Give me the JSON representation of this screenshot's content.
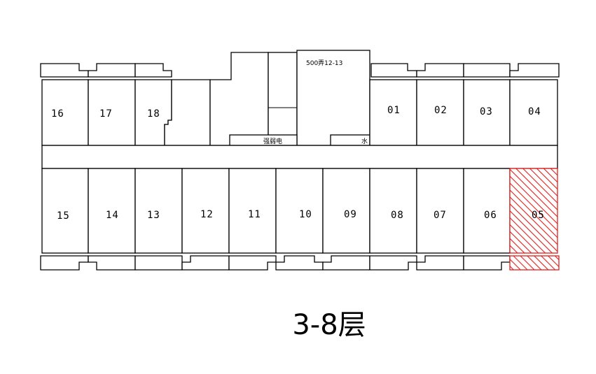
{
  "floor_title": "3-8层",
  "building_label": "500弄12-13",
  "room_power": "强弱电",
  "room_water": "水",
  "top_units": [
    "16",
    "17",
    "18",
    "01",
    "02",
    "03",
    "04"
  ],
  "bottom_units": [
    "15",
    "14",
    "13",
    "12",
    "11",
    "10",
    "09",
    "08",
    "07",
    "06",
    "05"
  ],
  "highlighted_unit": "05",
  "highlight_color": "#e0201e"
}
